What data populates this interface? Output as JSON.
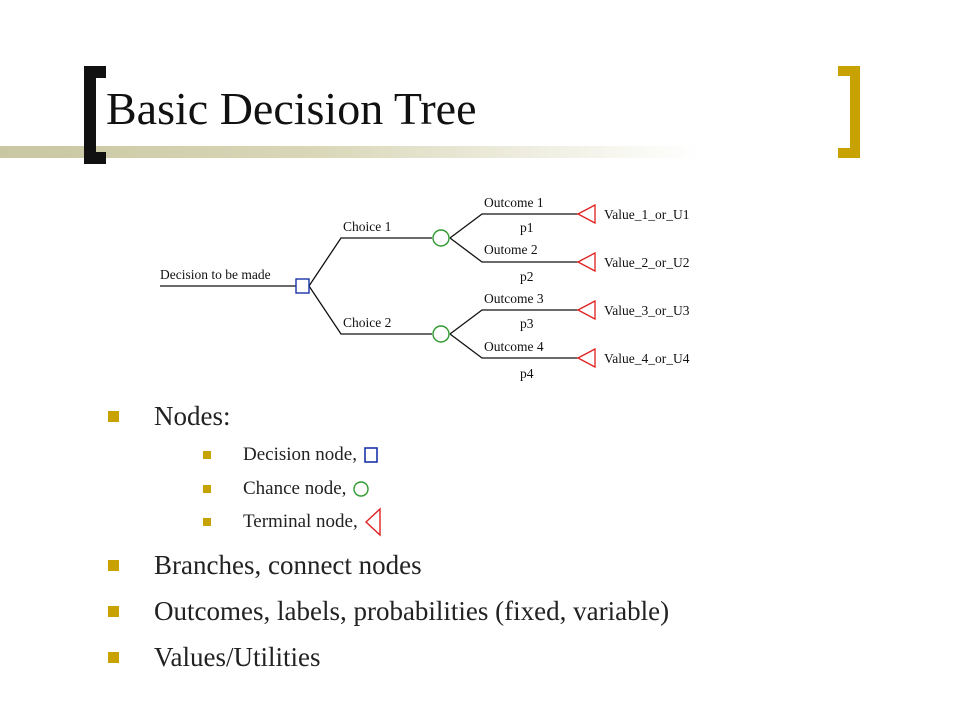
{
  "slide": {
    "title": "Basic Decision Tree"
  },
  "tree": {
    "root_label": "Decision to be made",
    "choices": [
      {
        "label": "Choice 1"
      },
      {
        "label": "Choice 2"
      }
    ],
    "outcomes": [
      {
        "label": "Outcome 1",
        "prob": "p1",
        "value": "Value_1_or_U1"
      },
      {
        "label": "Outome 2",
        "prob": "p2",
        "value": "Value_2_or_U2"
      },
      {
        "label": "Outcome 3",
        "prob": "p3",
        "value": "Value_3_or_U3"
      },
      {
        "label": "Outcome 4",
        "prob": "p4",
        "value": "Value_4_or_U4"
      }
    ],
    "colors": {
      "decision_node": "#1a33a8",
      "chance_node": "#2e9a2e",
      "terminal_node": "#e02020",
      "line": "#111111"
    }
  },
  "bullets": {
    "nodes": "Nodes:",
    "decision_node": "Decision node,",
    "chance_node": "Chance node,",
    "terminal_node": "Terminal node,",
    "branches": "Branches, connect nodes",
    "outcomes": "Outcomes, labels, probabilities (fixed, variable)",
    "values": "Values/Utilities"
  },
  "colors": {
    "bullet": "#c8a200",
    "left_bracket": "#111111",
    "right_bracket": "#c8a200"
  }
}
